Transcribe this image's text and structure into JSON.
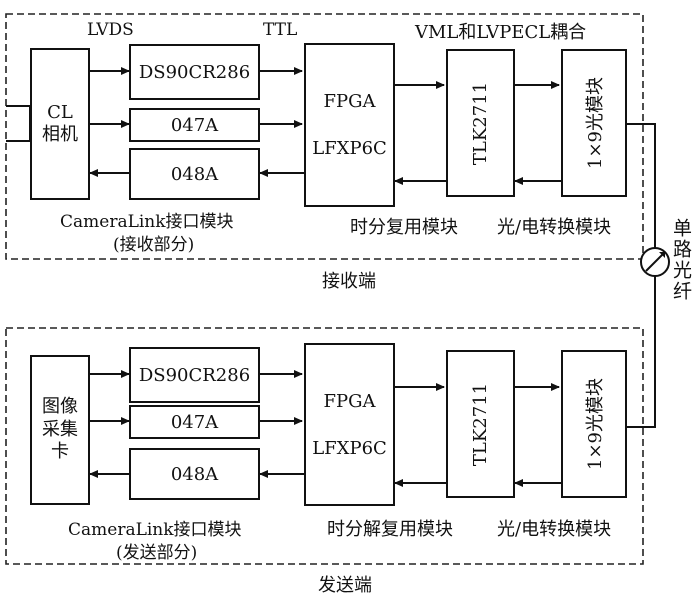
{
  "labels": {
    "lvds": "LVDS",
    "ttl": "TTL",
    "vml": "VML和LVPECL耦合",
    "fiber": "单路光纤"
  },
  "receiver": {
    "section": "接收端",
    "camera": "CL\n相机",
    "chip1": "DS90CR286",
    "chip2": "047A",
    "chip3": "048A",
    "fpga1": "FPGA",
    "fpga2": "LFXP6C",
    "tlk": "TLK2711",
    "optic": "1×9光模块",
    "cl_module": "CameraLink接口模块",
    "cl_sub": "(接收部分)",
    "mux": "时分复用模块",
    "oe": "光/电转换模块"
  },
  "sender": {
    "section": "发送端",
    "grabber": "图像\n采集\n卡",
    "chip1": "DS90CR286",
    "chip2": "047A",
    "chip3": "048A",
    "fpga1": "FPGA",
    "fpga2": "LFXP6C",
    "tlk": "TLK2711",
    "optic": "1×9光模块",
    "cl_module": "CameraLink接口模块",
    "cl_sub": "(发送部分)",
    "demux": "时分解复用模块",
    "oe": "光/电转换模块"
  }
}
